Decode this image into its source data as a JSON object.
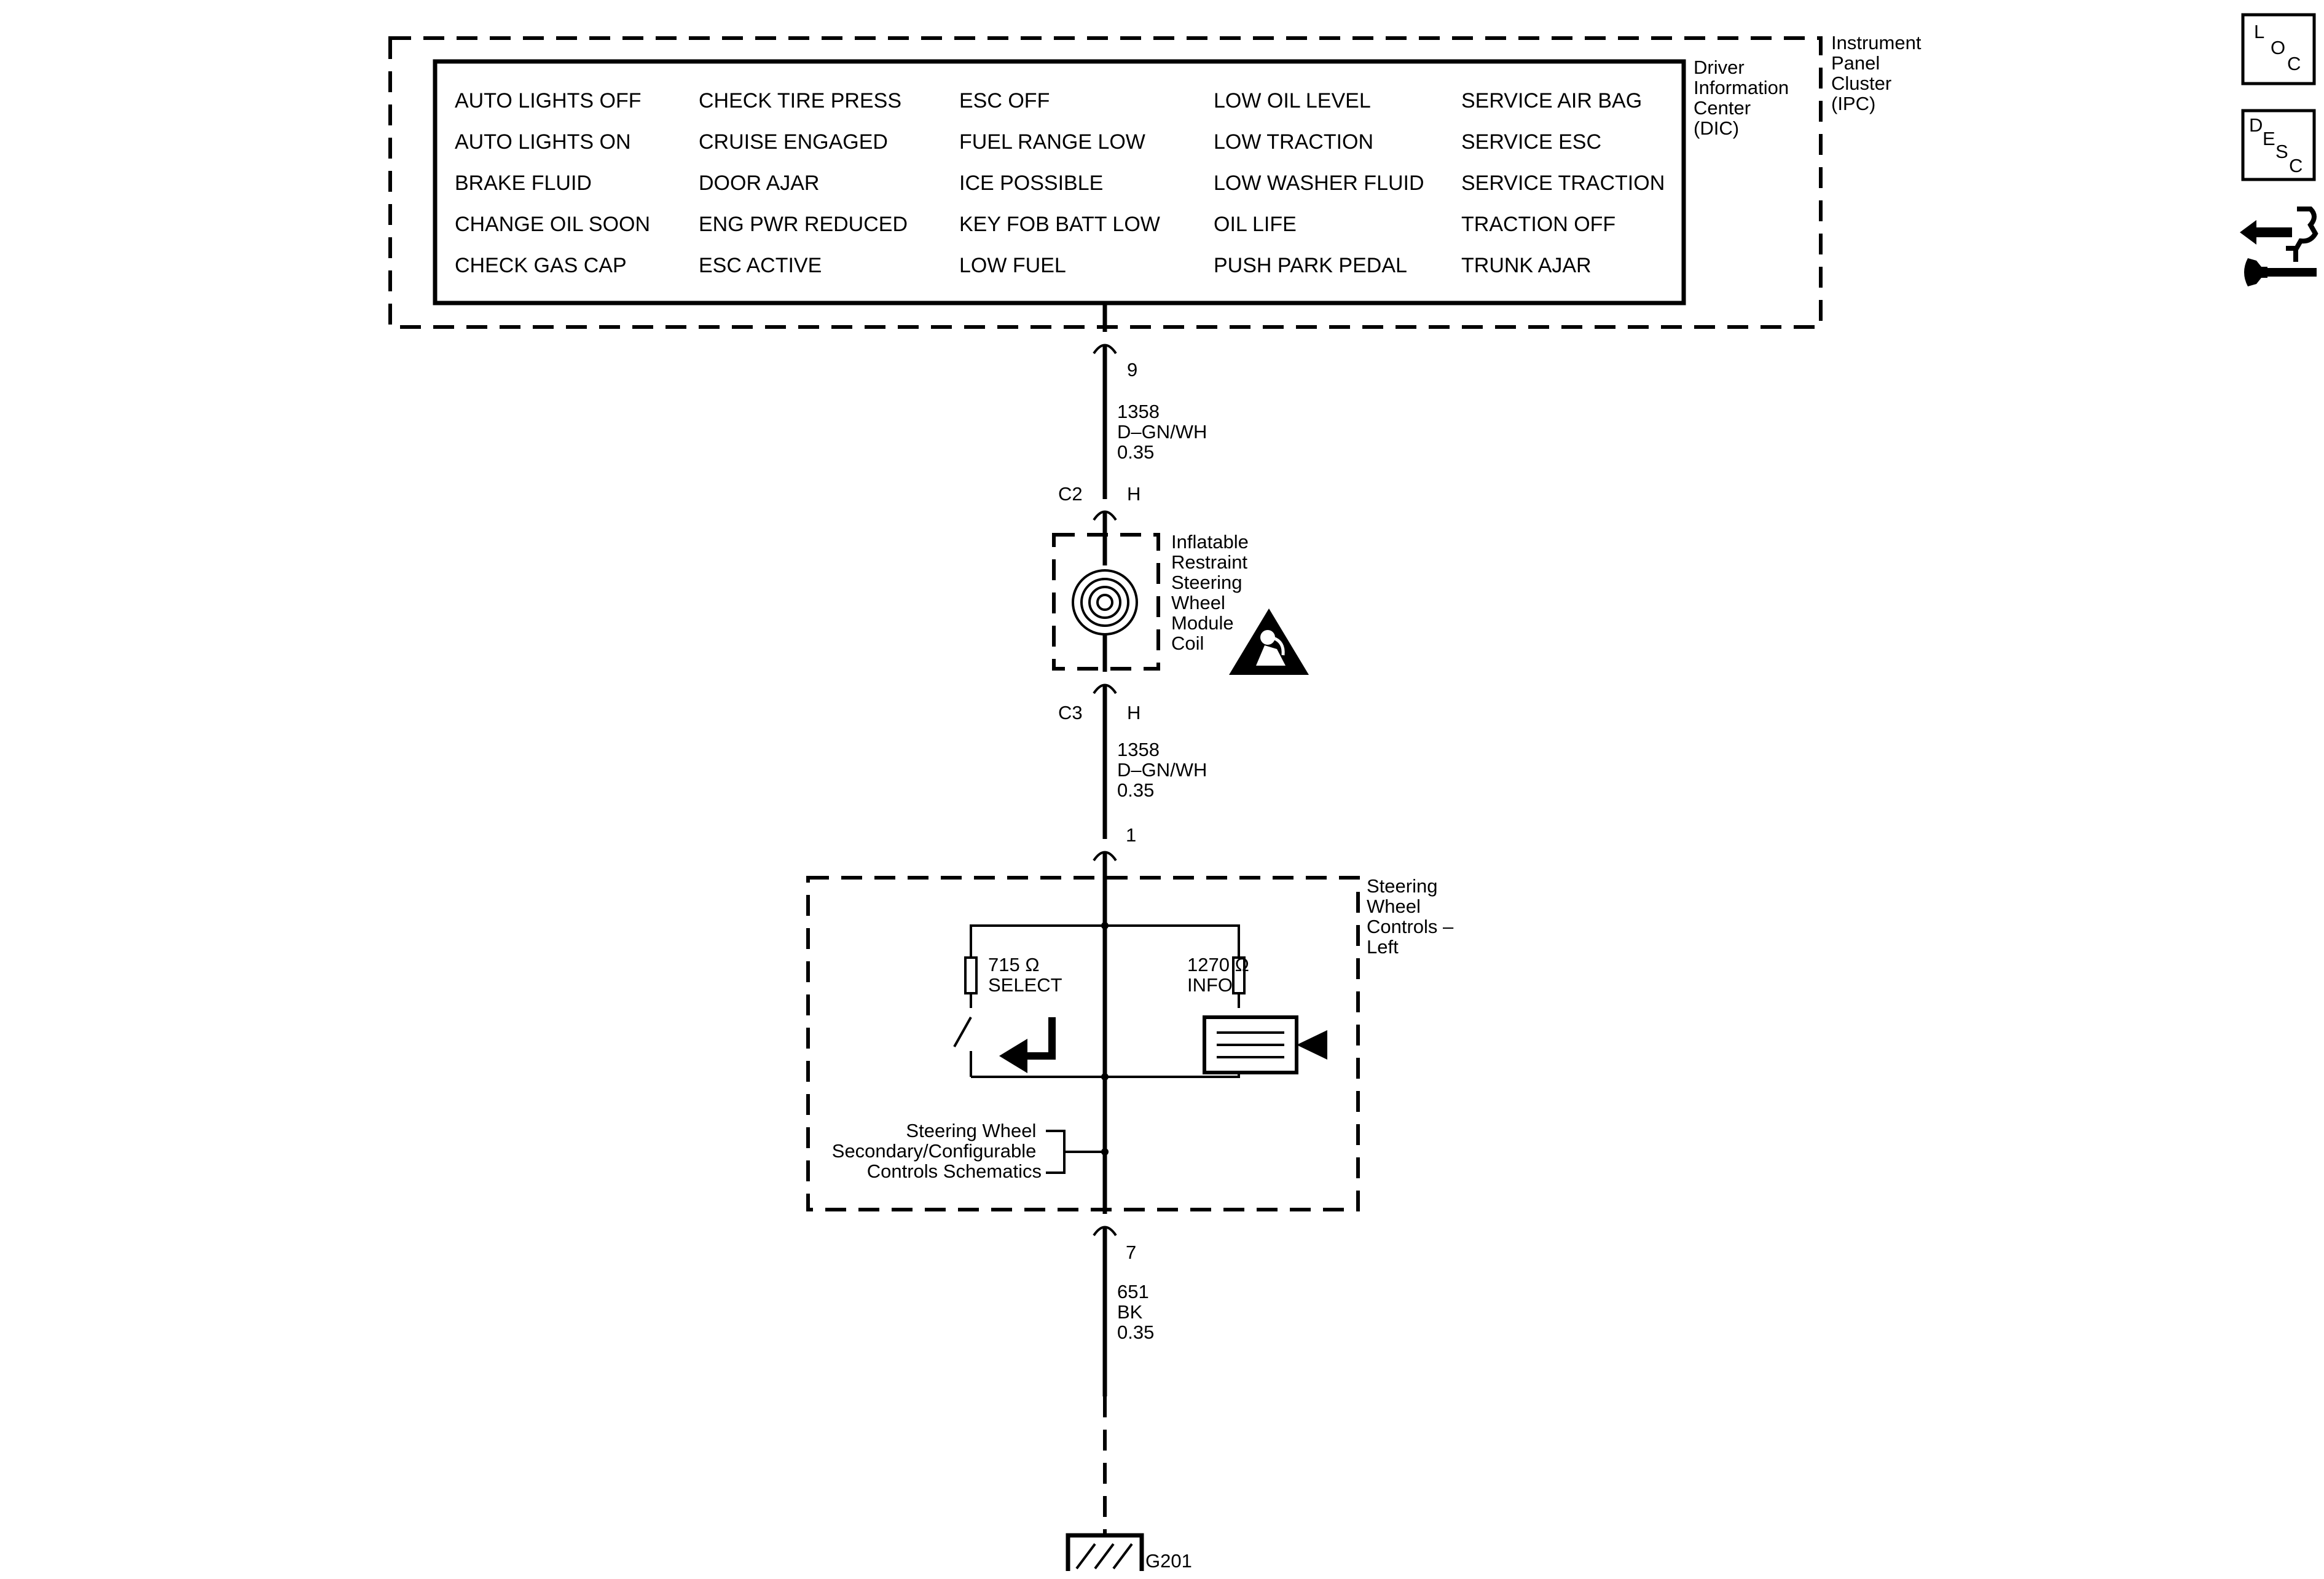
{
  "ipc": {
    "label": [
      "Instrument",
      "Panel",
      "Cluster",
      "(IPC)"
    ]
  },
  "dic": {
    "label": [
      "Driver",
      "Information",
      "Center",
      "(DIC)"
    ],
    "messages": [
      [
        "AUTO LIGHTS OFF",
        "AUTO LIGHTS ON",
        "BRAKE FLUID",
        "CHANGE OIL SOON",
        "CHECK GAS CAP"
      ],
      [
        "CHECK TIRE PRESS",
        "CRUISE ENGAGED",
        "DOOR AJAR",
        "ENG PWR REDUCED",
        "ESC ACTIVE"
      ],
      [
        "ESC OFF",
        "FUEL RANGE LOW",
        "ICE POSSIBLE",
        "KEY FOB BATT LOW",
        "LOW FUEL"
      ],
      [
        "LOW OIL LEVEL",
        "LOW TRACTION",
        "LOW WASHER FLUID",
        "OIL LIFE",
        "PUSH PARK PEDAL"
      ],
      [
        "SERVICE AIR BAG",
        "SERVICE ESC",
        "SERVICE TRACTION",
        "TRACTION OFF",
        "TRUNK AJAR"
      ]
    ]
  },
  "pins": {
    "ipc_pin": "9",
    "c2_name": "C2",
    "c2_pin": "H",
    "c3_name": "C3",
    "c3_pin": "H",
    "swc_in_pin": "1",
    "swc_out_pin": "7"
  },
  "wires": {
    "upper": [
      "1358",
      "D–GN/WH",
      "0.35"
    ],
    "middle": [
      "1358",
      "D–GN/WH",
      "0.35"
    ],
    "lower": [
      "651",
      "BK",
      "0.35"
    ]
  },
  "coil": {
    "label": [
      "Inflatable",
      "Restraint",
      "Steering",
      "Wheel",
      "Module",
      "Coil"
    ]
  },
  "swc": {
    "label": [
      "Steering",
      "Wheel",
      "Controls –",
      "Left"
    ],
    "select": {
      "value": "715 Ω",
      "name": "SELECT"
    },
    "info": {
      "value": "1270 Ω",
      "name": "INFO"
    },
    "ref": [
      "Steering Wheel",
      "Secondary/Configurable",
      "Controls Schematics"
    ]
  },
  "ground": {
    "label": "G201"
  },
  "sidebar": {
    "loc_icon": {
      "letters": [
        "L",
        "O",
        "C"
      ]
    },
    "desc_icon": {
      "letters": [
        "D",
        "E",
        "S",
        "C"
      ]
    },
    "connector_icon": "connector-repair-icon"
  }
}
